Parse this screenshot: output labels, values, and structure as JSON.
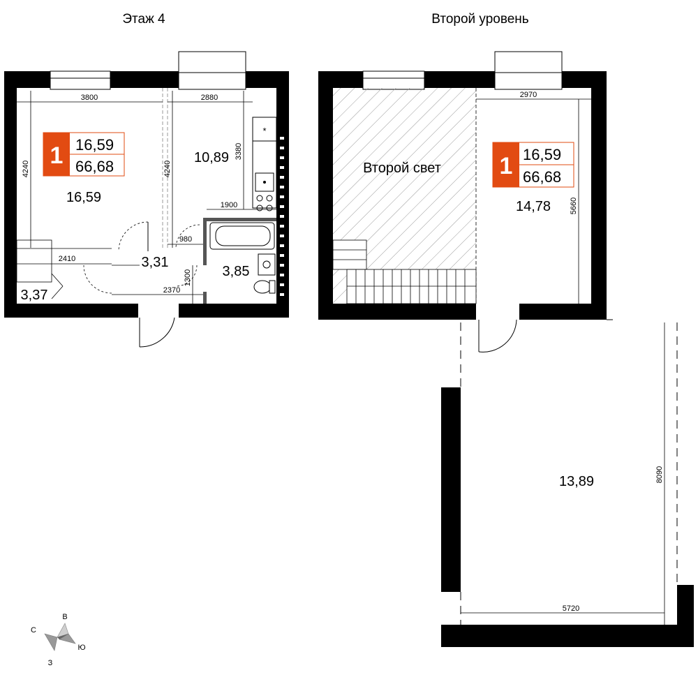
{
  "titles": {
    "floor": "Этаж 4",
    "level2": "Второй уровень"
  },
  "badge": {
    "rooms": "1",
    "living_area": "16,59",
    "total_area": "66,68",
    "accent_color": "#e24b12"
  },
  "floor4": {
    "rooms": {
      "living": "16,59",
      "kitchen": "10,89",
      "hall": "3,31",
      "bathroom": "3,85",
      "corridor": "3,37"
    },
    "dims": {
      "living_width": "3800",
      "kitchen_width": "2880",
      "living_depth": "4240",
      "kitchen_depth": "4240",
      "kitchen_unit": "3380",
      "bath_width": "1900",
      "hall_width": "980",
      "corridor_width": "2410",
      "hall_length": "2370",
      "door_width": "1300"
    }
  },
  "level2": {
    "double_height_label": "Второй свет",
    "rooms": {
      "bedroom": "14,78",
      "terrace": "13,89"
    },
    "dims": {
      "bedroom_width": "2970",
      "bedroom_depth": "5660",
      "terrace_depth": "8090",
      "terrace_width": "5720"
    }
  },
  "compass": {
    "north": "С",
    "east": "В",
    "south": "Ю",
    "west": "З"
  }
}
